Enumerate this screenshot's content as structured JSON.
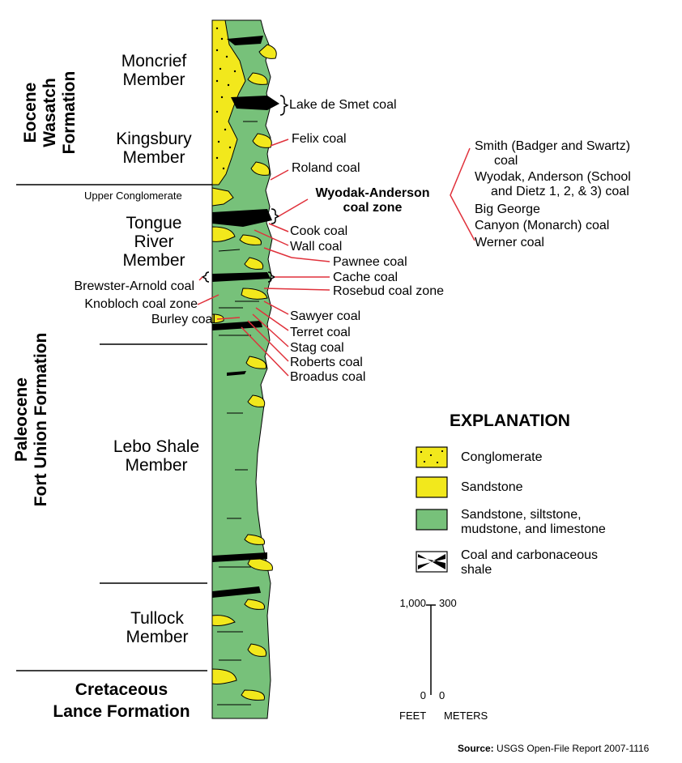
{
  "formations": {
    "eocene": [
      "Eocene",
      "Wasatch",
      "Formation"
    ],
    "paleocene": [
      "Paleocene",
      "Fort Union Formation"
    ],
    "cretaceous": [
      "Cretaceous",
      "Lance Formation"
    ]
  },
  "members": {
    "moncrief": [
      "Moncrief",
      "Member"
    ],
    "kingsbury": [
      "Kingsbury",
      "Member"
    ],
    "upper_conglomerate": "Upper Conglomerate",
    "tongue_river": [
      "Tongue",
      "River",
      "Member"
    ],
    "lebo": [
      "Lebo Shale",
      "Member"
    ],
    "tullock": [
      "Tullock",
      "Member"
    ]
  },
  "coals_right": {
    "lake_de_smet": "Lake de Smet coal",
    "felix": "Felix coal",
    "roland": "Roland coal",
    "wyodak_anderson": [
      "Wyodak-Anderson",
      "coal zone"
    ],
    "cook": "Cook coal",
    "wall": "Wall coal",
    "pawnee": "Pawnee coal",
    "cache": "Cache coal",
    "rosebud": "Rosebud coal zone",
    "sawyer": "Sawyer coal",
    "terret": "Terret coal",
    "stag": "Stag coal",
    "roberts": "Roberts coal",
    "broadus": "Broadus coal"
  },
  "coals_left": {
    "brewster_arnold": "Brewster-Arnold coal",
    "knobloch": "Knobloch coal zone",
    "burley": "Burley coal"
  },
  "wyodak_beds": [
    [
      "Smith (Badger and Swartz)",
      "coal"
    ],
    [
      "Wyodak, Anderson  (School",
      "and Dietz 1, 2, & 3) coal"
    ],
    [
      "Big George"
    ],
    [
      "Canyon (Monarch) coal"
    ],
    [
      "Werner coal"
    ]
  ],
  "explanation": {
    "title": "EXPLANATION",
    "items": [
      {
        "label": [
          "Conglomerate"
        ],
        "color": "#f2e81c"
      },
      {
        "label": [
          "Sandstone"
        ],
        "color": "#f2e81c"
      },
      {
        "label": [
          "Sandstone, siltstone,",
          "mudstone, and limestone"
        ],
        "color": "#77c17a"
      },
      {
        "label": [
          "Coal and carbonaceous",
          "shale"
        ],
        "color": "#000000"
      }
    ]
  },
  "scale": {
    "feet_top": "1,000",
    "meters_top": "300",
    "feet_bottom": "0",
    "meters_bottom": "0",
    "feet_label": "FEET",
    "meters_label": "METERS"
  },
  "source": {
    "prefix": "Source:",
    "text": "USGS Open-File Report 2007-1116"
  },
  "colors": {
    "green": "#77c17a",
    "yellow": "#f2e81c",
    "leader": "#e0313b"
  }
}
